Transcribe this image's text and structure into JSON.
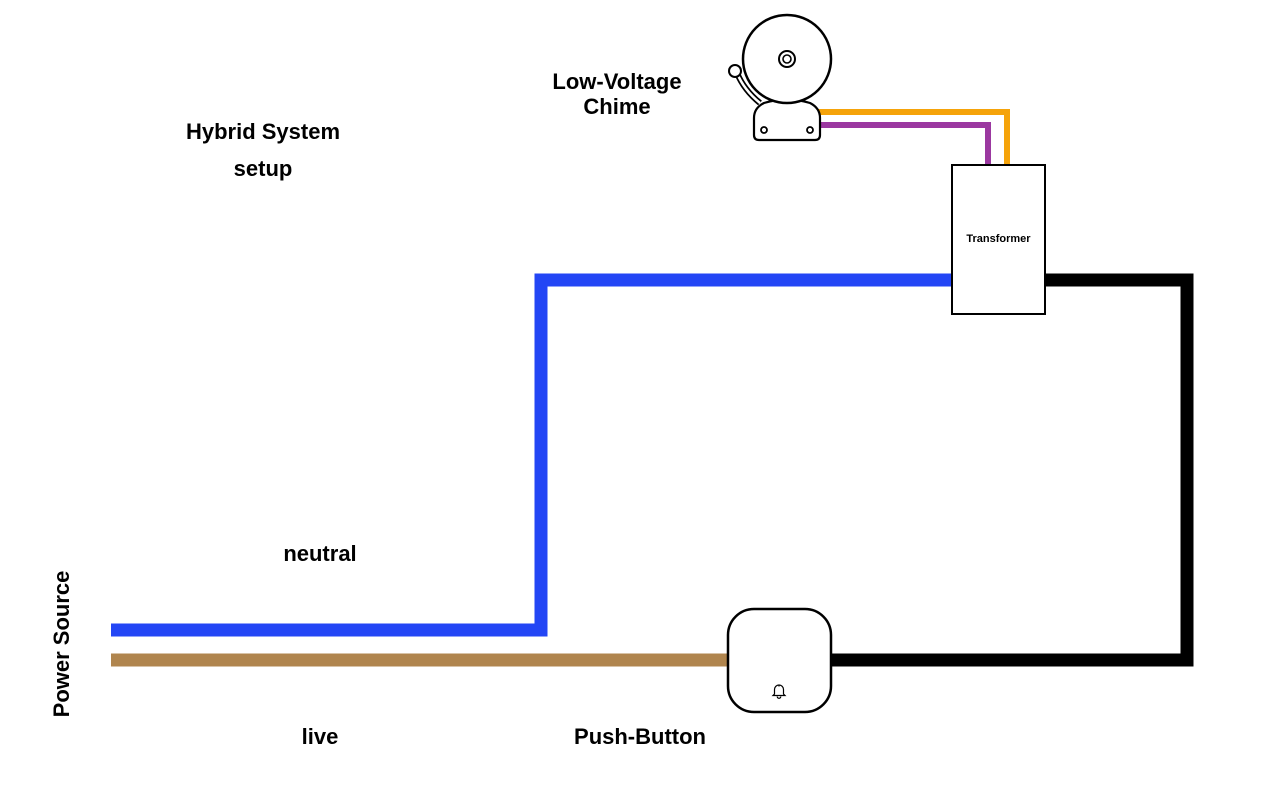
{
  "diagram": {
    "title_line1": "Hybrid System",
    "title_line2": "setup",
    "labels": {
      "chime": "Low-Voltage\nChime",
      "transformer": "Transformer",
      "power_source": "Power Source",
      "neutral": "neutral",
      "live": "live",
      "push_button": "Push-Button"
    },
    "wire_colors": {
      "neutral": "#2346f5",
      "live": "#b0854e",
      "return": "#000000",
      "low_voltage_a": "#f5a30a",
      "low_voltage_b": "#9b38a0"
    },
    "components": [
      "power-source",
      "push-button",
      "transformer",
      "low-voltage-chime"
    ],
    "connections": [
      {
        "from": "power-source",
        "to": "transformer",
        "wire": "neutral"
      },
      {
        "from": "power-source",
        "to": "push-button",
        "wire": "live"
      },
      {
        "from": "push-button",
        "to": "transformer",
        "wire": "return"
      },
      {
        "from": "transformer",
        "to": "low-voltage-chime",
        "wire": "low_voltage_a"
      },
      {
        "from": "transformer",
        "to": "low-voltage-chime",
        "wire": "low_voltage_b"
      }
    ]
  }
}
